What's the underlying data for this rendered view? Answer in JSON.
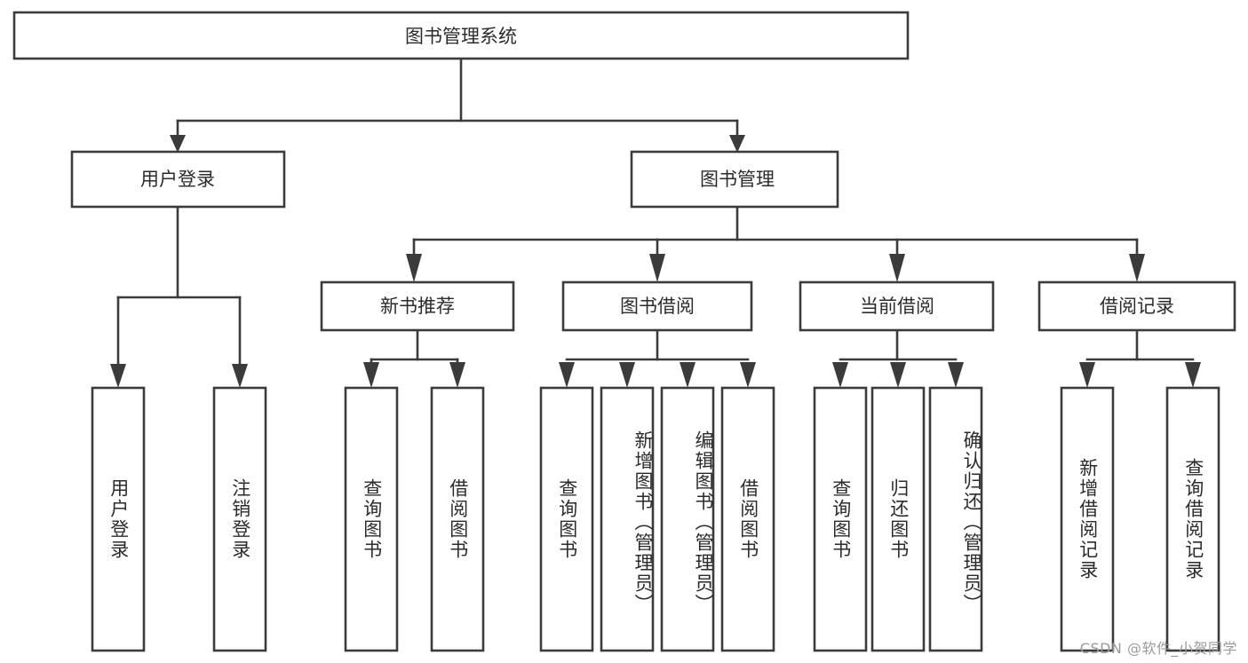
{
  "diagram": {
    "title_node": {
      "label": "图书管理系统"
    },
    "level2": [
      {
        "id": "user-login",
        "label": "用户登录"
      },
      {
        "id": "book-management",
        "label": "图书管理"
      }
    ],
    "level3": [
      {
        "id": "new-book-recommend",
        "label": "新书推荐",
        "parent": "book-management"
      },
      {
        "id": "book-borrow",
        "label": "图书借阅",
        "parent": "book-management"
      },
      {
        "id": "current-borrow",
        "label": "当前借阅",
        "parent": "book-management"
      },
      {
        "id": "borrow-record",
        "label": "借阅记录",
        "parent": "book-management"
      }
    ],
    "leaves": [
      {
        "id": "leaf-user-login",
        "label": "用户登录",
        "parent": "user-login"
      },
      {
        "id": "leaf-logout-login",
        "label": "注销登录",
        "parent": "user-login"
      },
      {
        "id": "leaf-query-book-1",
        "label": "查询图书",
        "parent": "new-book-recommend"
      },
      {
        "id": "leaf-borrow-book-1",
        "label": "借阅图书",
        "parent": "new-book-recommend"
      },
      {
        "id": "leaf-query-book-2",
        "label": "查询图书",
        "parent": "book-borrow"
      },
      {
        "id": "leaf-add-book",
        "label": "新增图书（管理员）",
        "parent": "book-borrow"
      },
      {
        "id": "leaf-edit-book",
        "label": "编辑图书（管理员）",
        "parent": "book-borrow"
      },
      {
        "id": "leaf-borrow-book-2",
        "label": "借阅图书",
        "parent": "book-borrow"
      },
      {
        "id": "leaf-query-book-3",
        "label": "查询图书",
        "parent": "current-borrow"
      },
      {
        "id": "leaf-return-book",
        "label": "归还图书",
        "parent": "current-borrow"
      },
      {
        "id": "leaf-confirm-return",
        "label": "确认归还（管理员）",
        "parent": "current-borrow"
      },
      {
        "id": "leaf-add-record",
        "label": "新增借阅记录",
        "parent": "borrow-record"
      },
      {
        "id": "leaf-query-record",
        "label": "查询借阅记录",
        "parent": "borrow-record"
      }
    ],
    "colors": {
      "box_stroke": "#3b3b3b",
      "box_fill": "#ffffff",
      "text": "#2b2b2b",
      "background": "#ffffff",
      "watermark": "#9a9a9a"
    }
  },
  "watermark": {
    "text": "CSDN @软件_小贺同学"
  }
}
